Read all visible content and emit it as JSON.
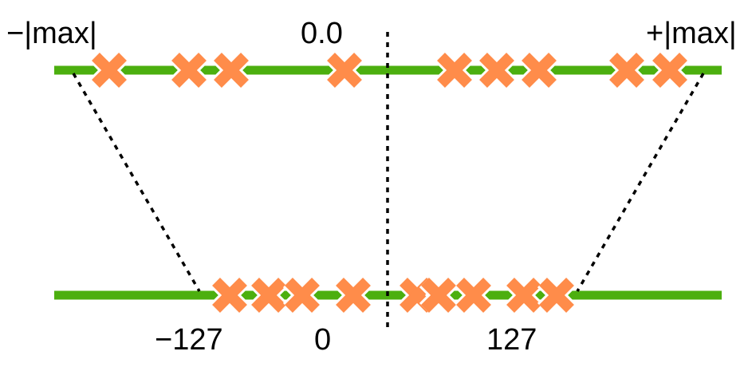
{
  "labels": {
    "top_left": "−|max|",
    "top_center": "0.0",
    "top_right": "+|max|",
    "bottom_left": "−127",
    "bottom_center": "0",
    "bottom_right": "127"
  },
  "colors": {
    "line": "#4caf0f",
    "marker": "#ff8c4a",
    "marker_outline": "#ffffff",
    "dotted": "#000000",
    "text": "#000000"
  },
  "icons": {
    "marker": "x-mark-icon"
  }
}
